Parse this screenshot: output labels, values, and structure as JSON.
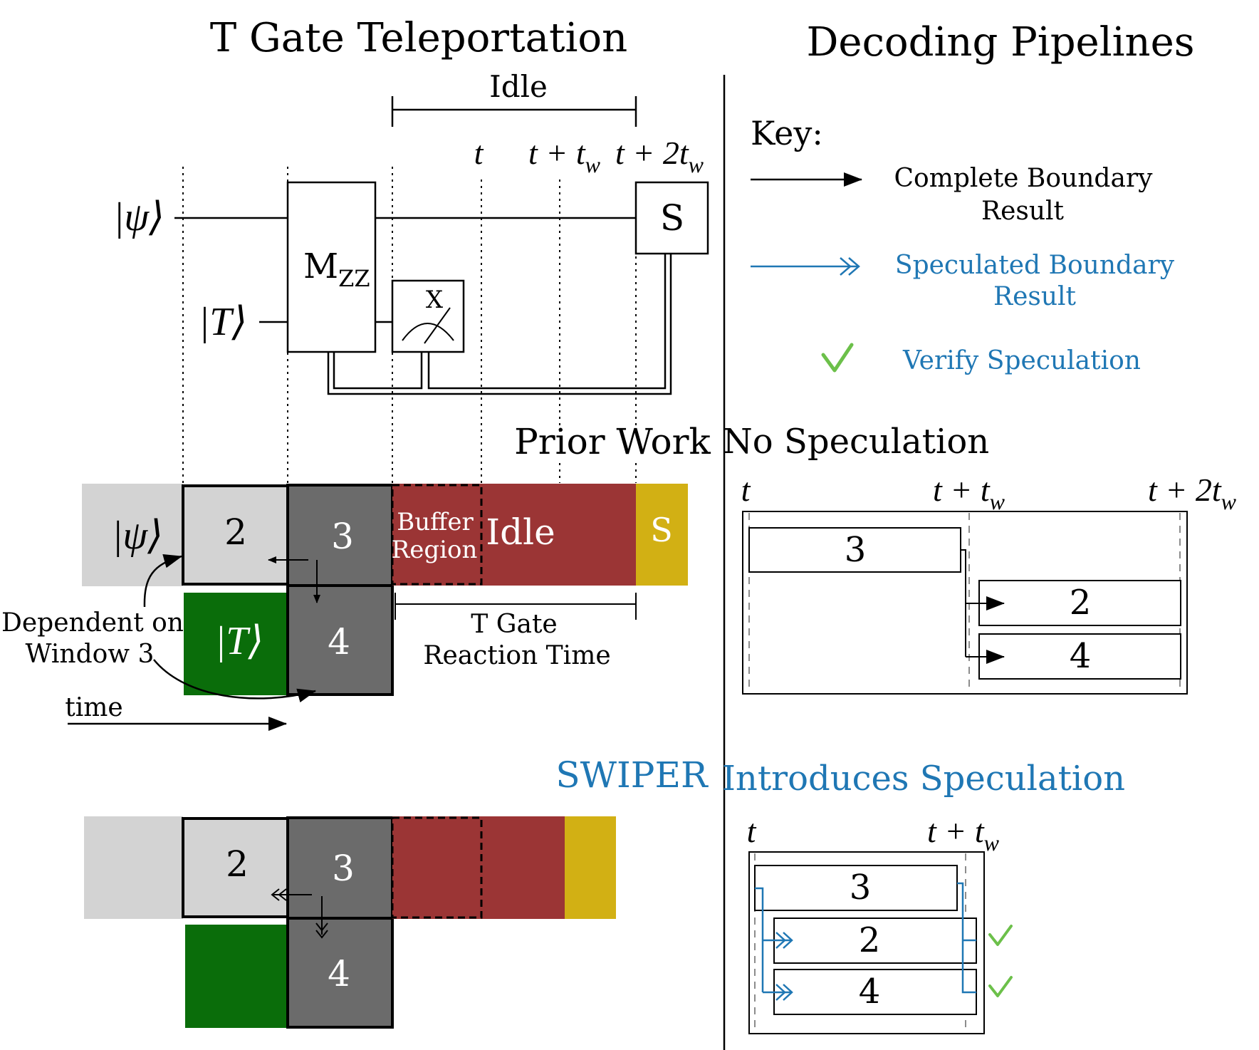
{
  "left": {
    "title": "T Gate Teleportation",
    "idle_label": "Idle",
    "time_t": "t",
    "time_t_tw": "t + t",
    "time_t_2tw": "t + 2t",
    "time_sub": "w",
    "psi_ket": "|ψ⟩",
    "t_ket": "|T⟩",
    "mzz_main": "M",
    "mzz_sub": "ZZ",
    "meas_label": "X",
    "s_gate": "S"
  },
  "prior_work": {
    "title": "Prior Work",
    "psi_ket": "|ψ⟩",
    "t_ket": "|T⟩",
    "window_2": "2",
    "window_3": "3",
    "window_4": "4",
    "buffer_line1": "Buffer",
    "buffer_line2": "Region",
    "idle": "Idle",
    "s_block": "S",
    "reaction_line1": "T Gate",
    "reaction_line2": "Reaction Time",
    "dep_line1": "Dependent on",
    "dep_line2": "Window 3",
    "time_label": "time"
  },
  "swiper": {
    "title": "SWIPER",
    "window_2": "2",
    "window_3": "3",
    "window_4": "4"
  },
  "right": {
    "title": "Decoding Pipelines",
    "key_title": "Key:",
    "complete_line1": "Complete Boundary",
    "complete_line2": "Result",
    "speculated_line1": "Speculated Boundary",
    "speculated_line2": "Result",
    "verify": "Verify Speculation"
  },
  "no_spec": {
    "title": "No Speculation",
    "t": "t",
    "t_tw": "t + t",
    "t_2tw": "t + 2t",
    "sub": "w",
    "w3": "3",
    "w2": "2",
    "w4": "4"
  },
  "intro_spec": {
    "title": "Introduces Speculation",
    "t": "t",
    "t_tw": "t + t",
    "sub": "w",
    "w3": "3",
    "w2": "2",
    "w4": "4"
  },
  "colors": {
    "light_gray": "#d3d3d3",
    "dark_gray": "#6b6b6b",
    "green": "#0a6d0a",
    "red": "#9b3535",
    "gold": "#d2b014",
    "blue": "#1f77b4",
    "check_green": "#6cc04a"
  }
}
